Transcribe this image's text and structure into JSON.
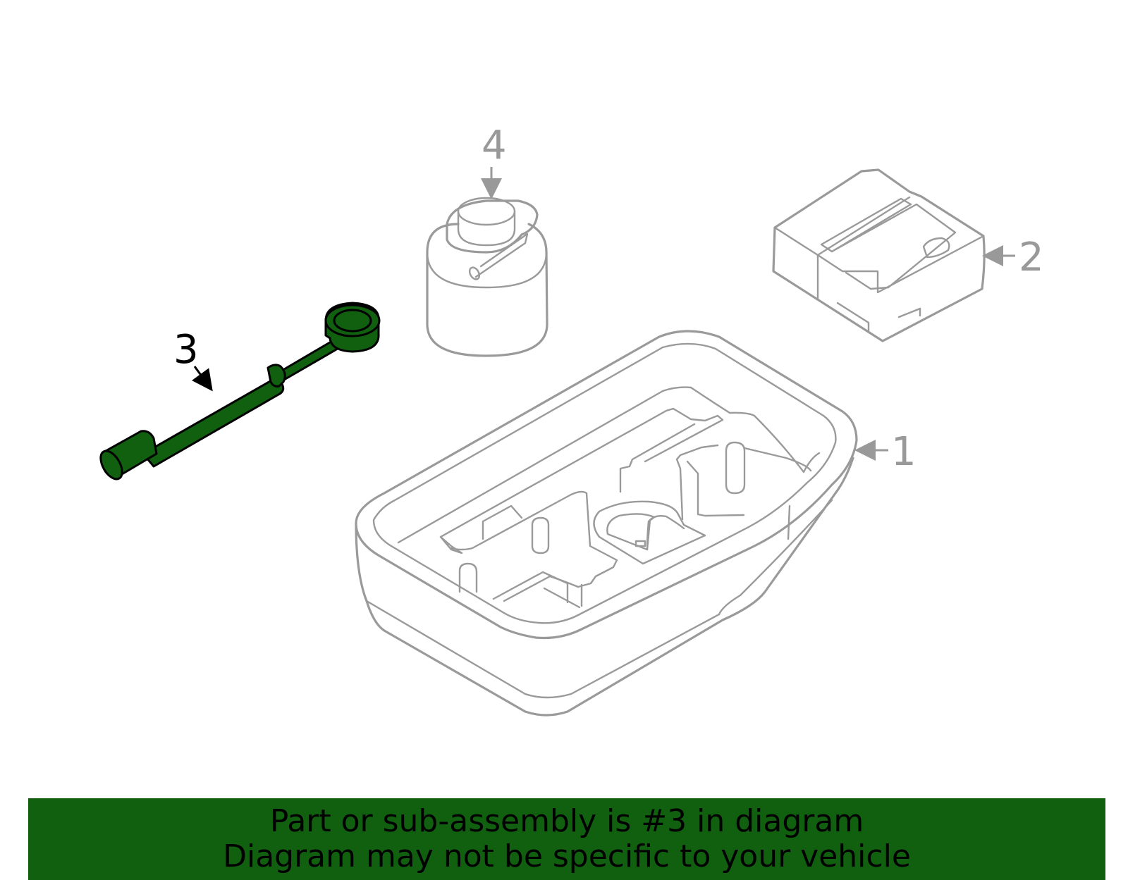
{
  "callouts": {
    "part_1": "1",
    "part_2": "2",
    "part_3": "3",
    "part_4": "4"
  },
  "banner": {
    "line1": "Part or sub-assembly is #3 in diagram",
    "line2": "Diagram may not be specific to your vehicle"
  },
  "highlighted_part": "3",
  "colors": {
    "highlight": "#106010",
    "outline": "#9a9a9a",
    "banner_background": "#106010",
    "callout_active": "#000000",
    "callout_inactive": "#999999"
  }
}
